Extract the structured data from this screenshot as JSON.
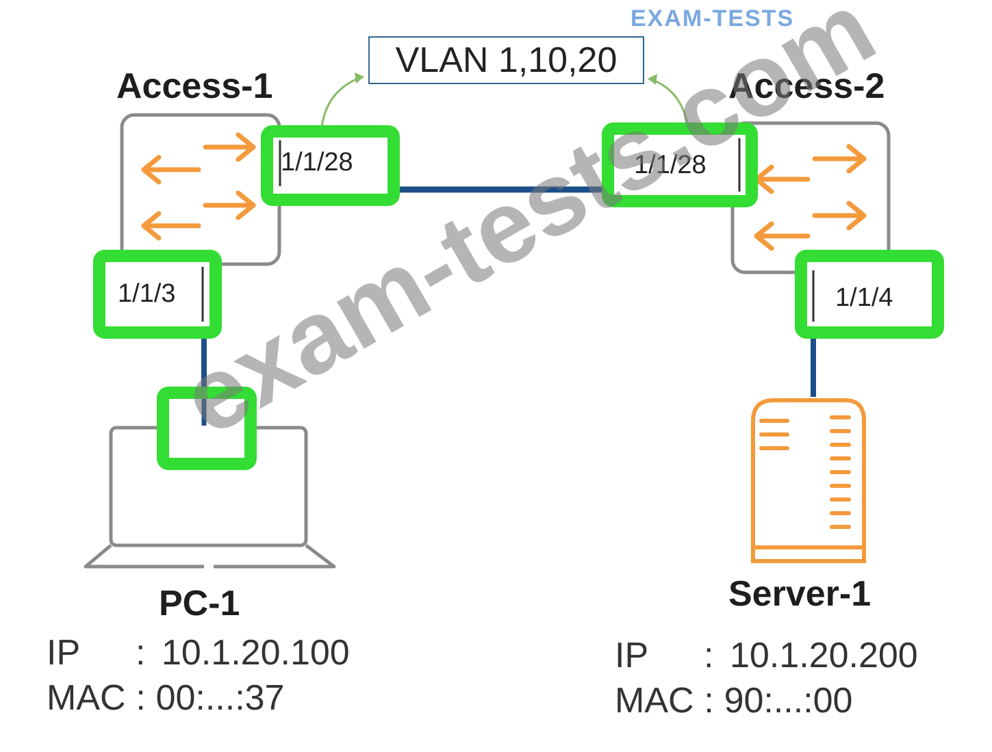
{
  "brand": "EXAM-TESTS",
  "watermark": "exam-tests.com",
  "vlan_label": "VLAN 1,10,20",
  "colors": {
    "link": "#1c4f8a",
    "port_highlight": "#33dd33",
    "switch_arrows": "#f39a3c",
    "server": "#f39a3c",
    "device_outline": "#8a8a8a",
    "vlan_arrow": "#88bb66"
  },
  "switches": [
    {
      "name": "Access-1",
      "uplink_port": "1/1/28",
      "access_port": "1/1/3"
    },
    {
      "name": "Access-2",
      "uplink_port": "1/1/28",
      "access_port": "1/1/4"
    }
  ],
  "hosts": [
    {
      "name": "PC-1",
      "icon": "laptop-icon",
      "ip_key": "IP",
      "ip": "10.1.20.100",
      "mac_key": "MAC",
      "mac": "00:...:37"
    },
    {
      "name": "Server-1",
      "icon": "server-icon",
      "ip_key": "IP",
      "ip": "10.1.20.200",
      "mac_key": "MAC",
      "mac": "90:...:00"
    }
  ]
}
